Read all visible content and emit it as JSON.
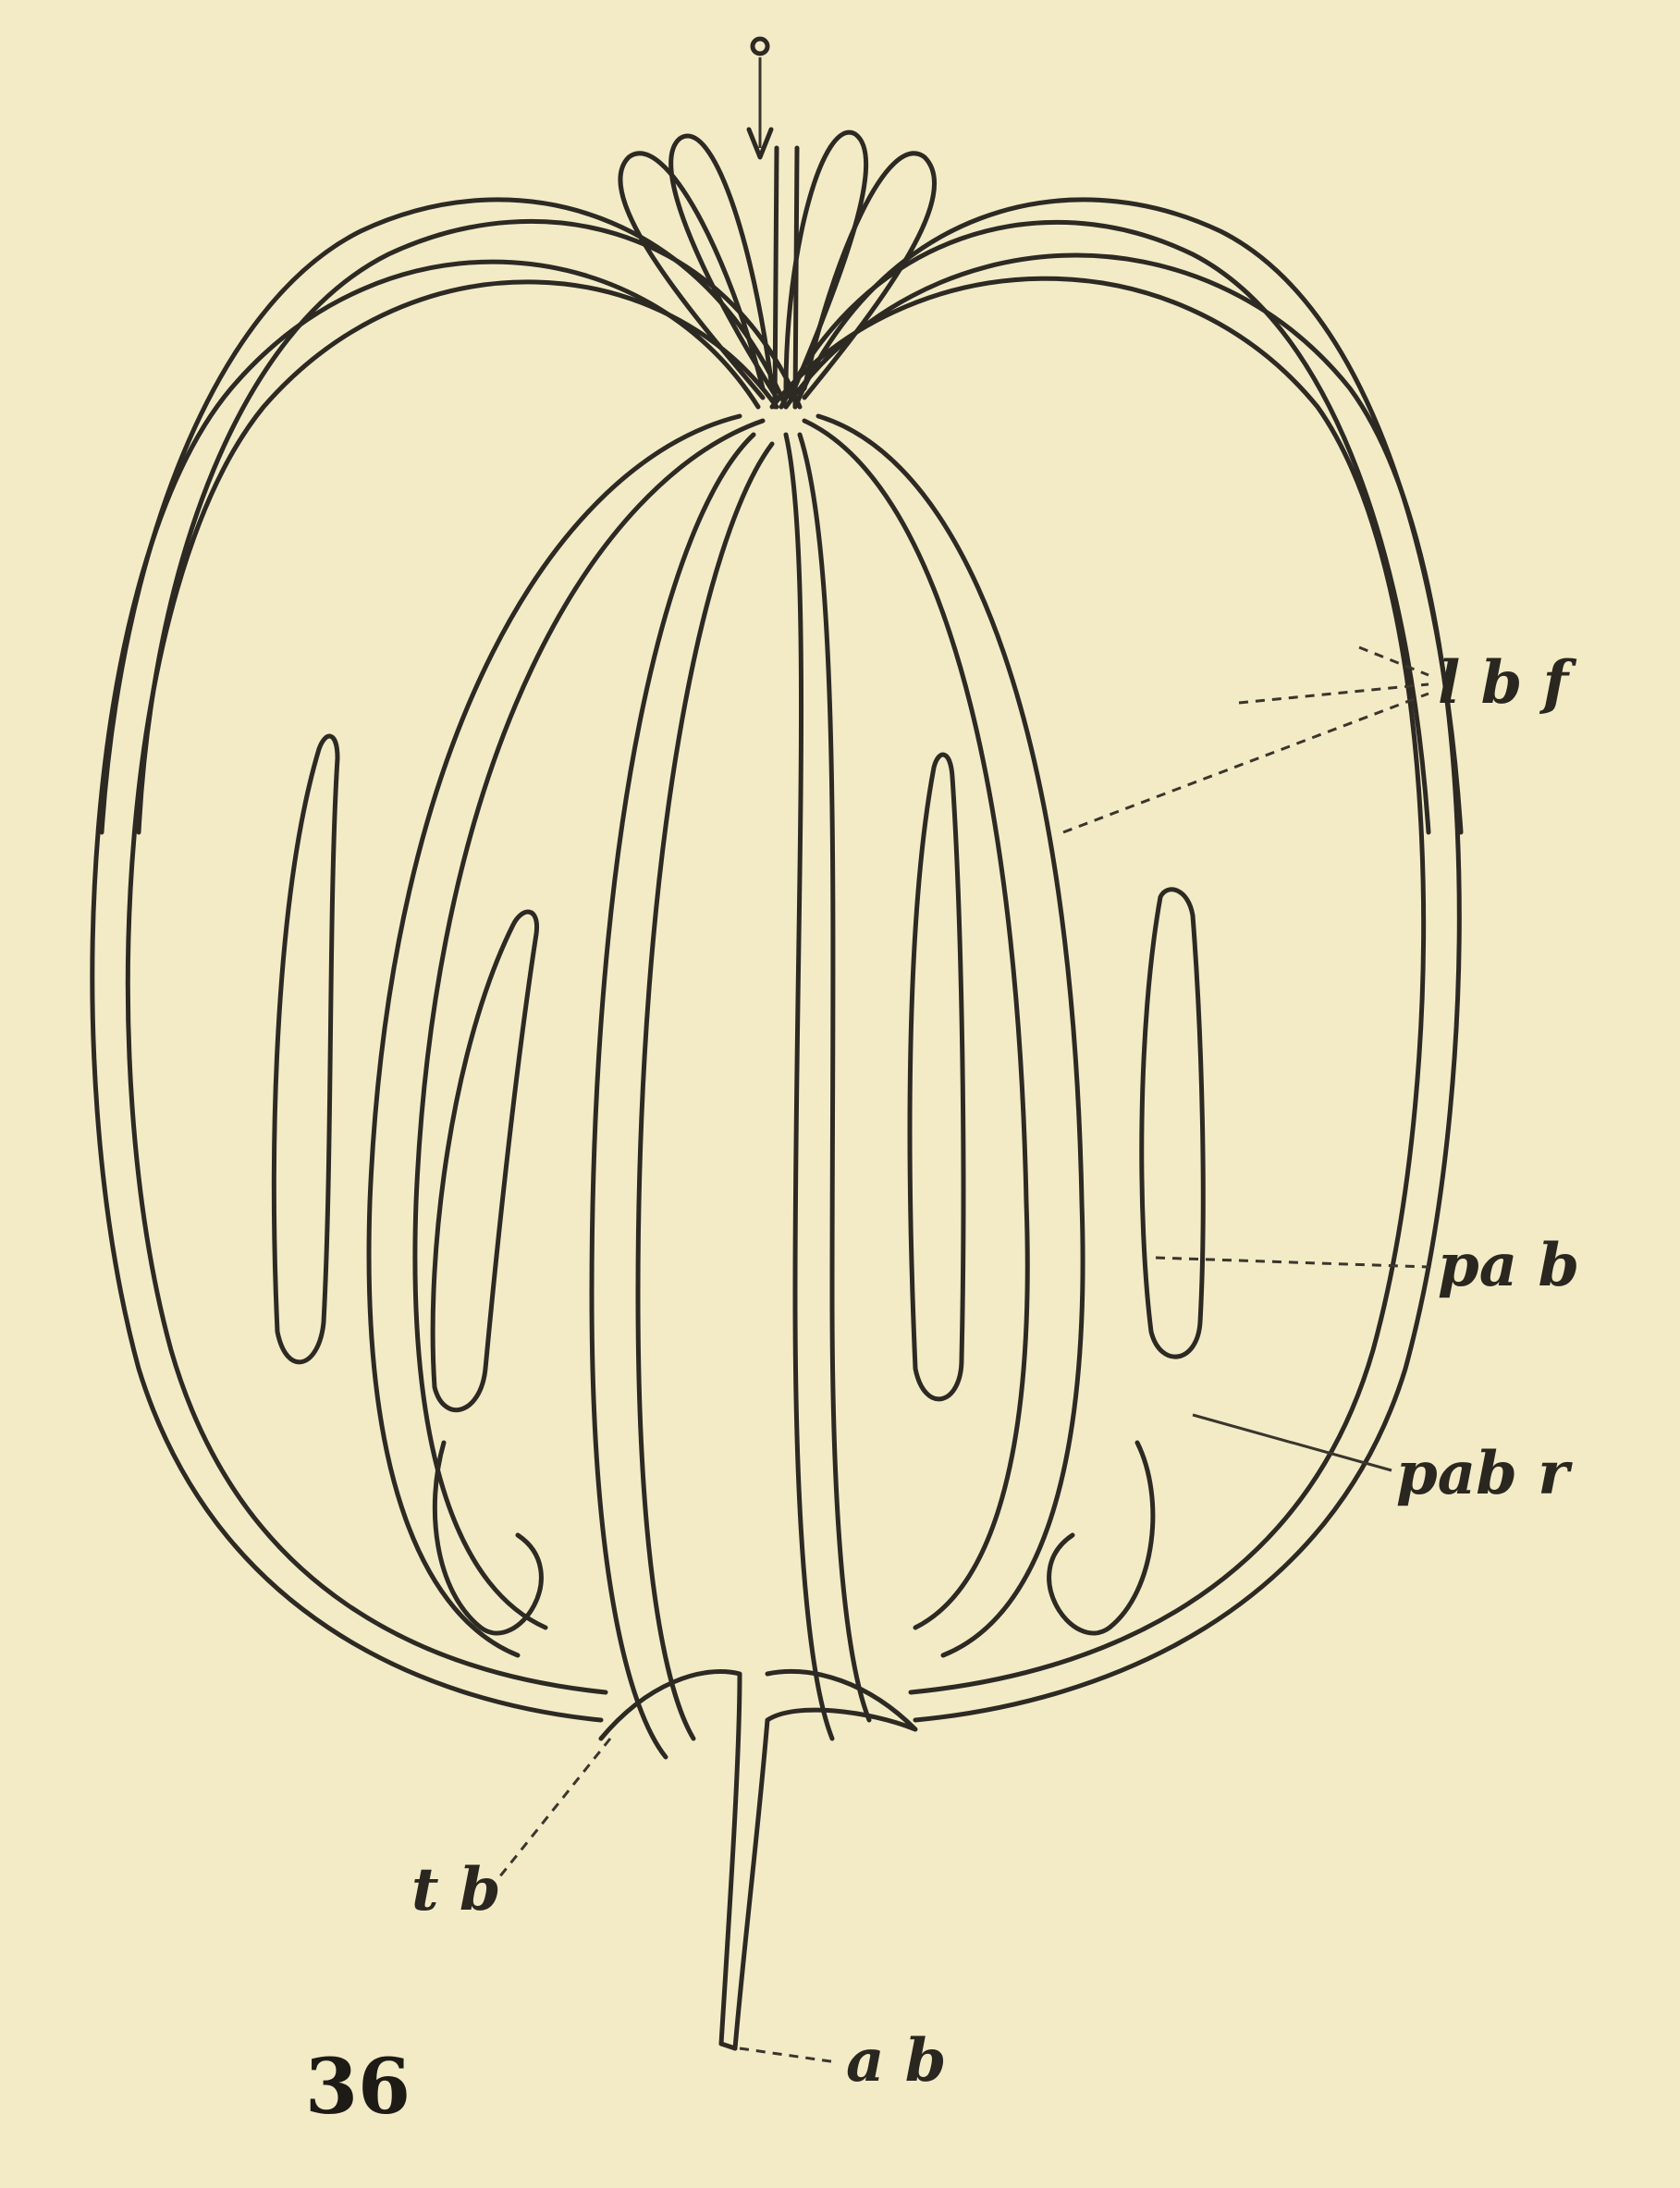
{
  "figure": {
    "number": "36",
    "background": "#f2ebc6",
    "ink": "#2d2923",
    "labels": {
      "lbf": "l b f",
      "pab": "pa b",
      "pabr": "pab r",
      "tb": "t b",
      "ab": "a b"
    }
  }
}
